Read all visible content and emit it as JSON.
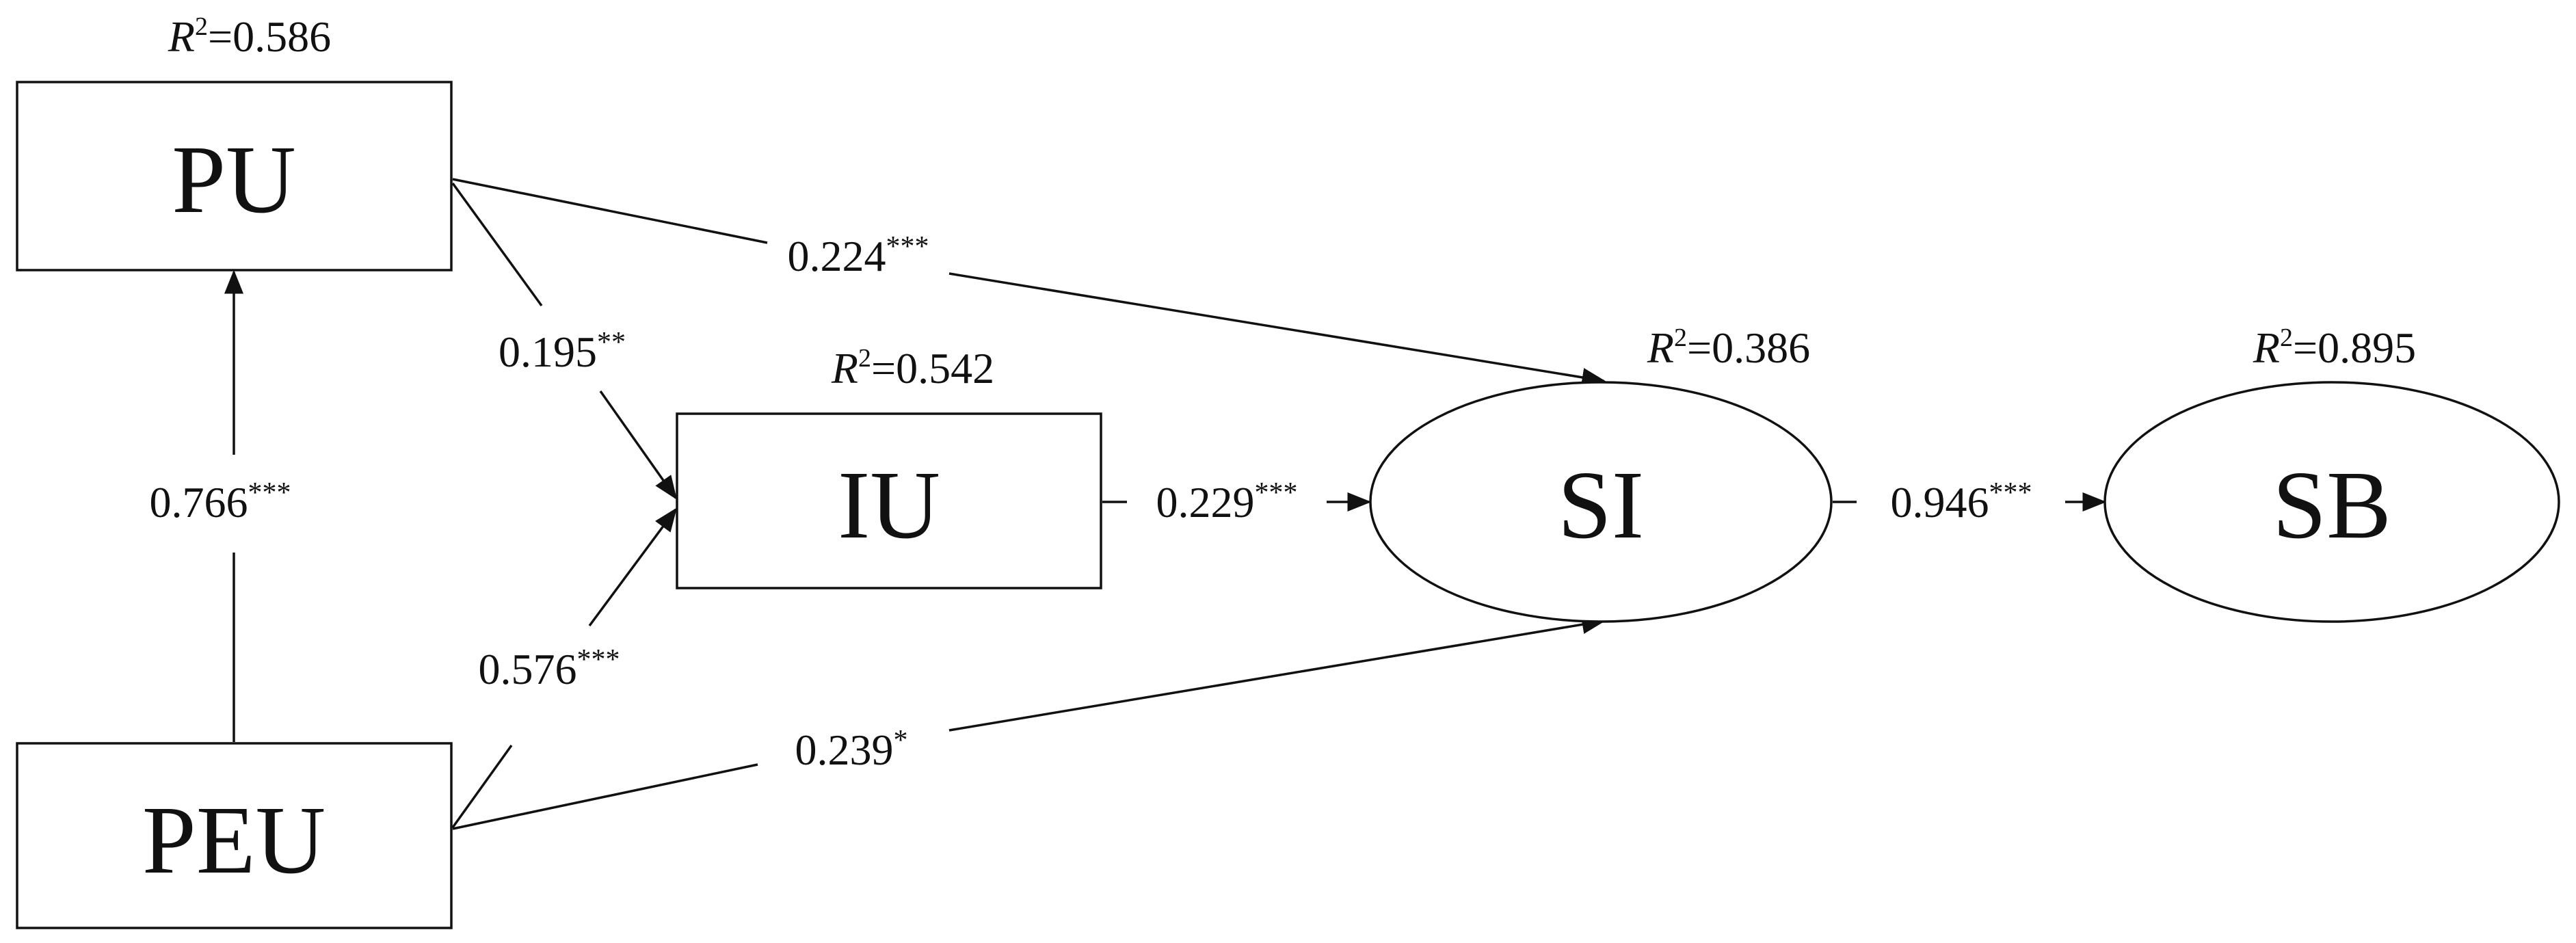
{
  "diagram": {
    "nodes": {
      "pu": {
        "label": "PU",
        "shape": "rectangle",
        "r2_label": "R",
        "r2_sup": "2",
        "r2_value": "=0.586"
      },
      "peu": {
        "label": "PEU",
        "shape": "rectangle"
      },
      "iu": {
        "label": "IU",
        "shape": "rectangle",
        "r2_label": "R",
        "r2_sup": "2",
        "r2_value": "=0.542"
      },
      "si": {
        "label": "SI",
        "shape": "ellipse",
        "r2_label": "R",
        "r2_sup": "2",
        "r2_value": "=0.386"
      },
      "sb": {
        "label": "SB",
        "shape": "ellipse",
        "r2_label": "R",
        "r2_sup": "2",
        "r2_value": "=0.895"
      }
    },
    "paths": {
      "peu_pu": {
        "from": "PEU",
        "to": "PU",
        "coef": "0.766",
        "stars": "***"
      },
      "pu_iu": {
        "from": "PU",
        "to": "IU",
        "coef": "0.195",
        "stars": "**"
      },
      "pu_si": {
        "from": "PU",
        "to": "SI",
        "coef": "0.224",
        "stars": "***"
      },
      "peu_iu": {
        "from": "PEU",
        "to": "IU",
        "coef": "0.576",
        "stars": "***"
      },
      "peu_si": {
        "from": "PEU",
        "to": "SI",
        "coef": "0.239",
        "stars": "*"
      },
      "iu_si": {
        "from": "IU",
        "to": "SI",
        "coef": "0.229",
        "stars": "***"
      },
      "si_sb": {
        "from": "SI",
        "to": "SB",
        "coef": "0.946",
        "stars": "***"
      }
    }
  }
}
